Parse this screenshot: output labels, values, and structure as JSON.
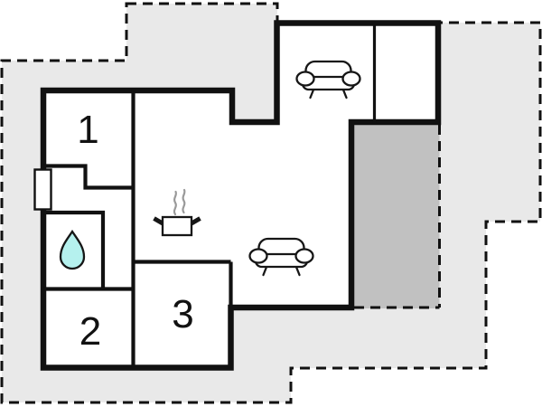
{
  "floorplan": {
    "type": "holiday-home-floor-plan",
    "room_labels": [
      "1",
      "2",
      "3"
    ],
    "icons": [
      "sofa-icon",
      "sofa-icon",
      "stove-pot-icon",
      "steam-icon",
      "water-drop-icon",
      "door-marker"
    ],
    "colors": {
      "yard": "#e9e9e9",
      "terrace": "#c1c1c1",
      "wall": "#111111",
      "room_fill": "#ffffff",
      "water_drop": "#b5f1ee",
      "steam": "#999999"
    }
  }
}
